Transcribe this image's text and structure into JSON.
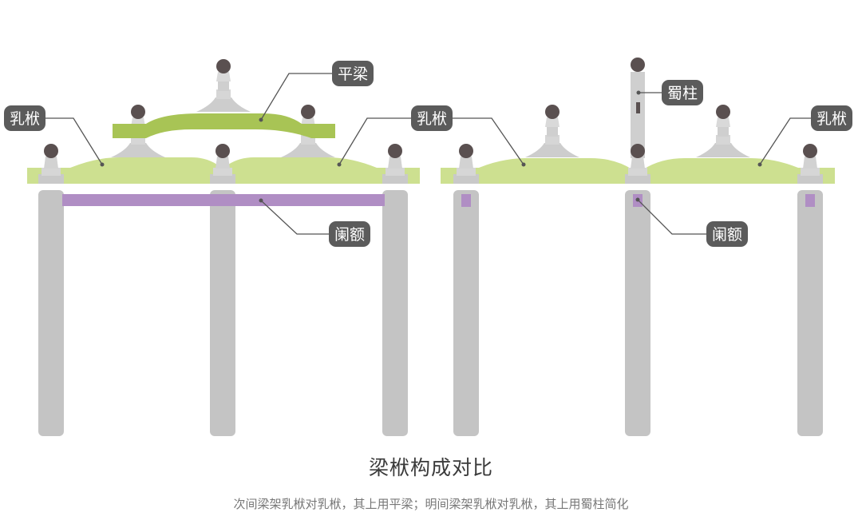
{
  "labels": {
    "ruchuan": "乳栿",
    "pingliang": "平梁",
    "lan_e": "阑额",
    "shuzhu": "蜀柱"
  },
  "caption": {
    "title": "梁栿构成对比",
    "subtitle": "次间梁架乳栿对乳栿，其上用平梁；明间梁架乳栿对乳栿，其上用蜀柱简化"
  },
  "colors": {
    "column": "#c4c4c4",
    "bracket": "#cdcdcd",
    "cap": "#5a5050",
    "ruchuan_beam": "#cde090",
    "pingliang_beam": "#a8c455",
    "lan_e_beam": "#b08ec4",
    "tag_bg": "#5b5b5b",
    "leader": "#555555"
  }
}
